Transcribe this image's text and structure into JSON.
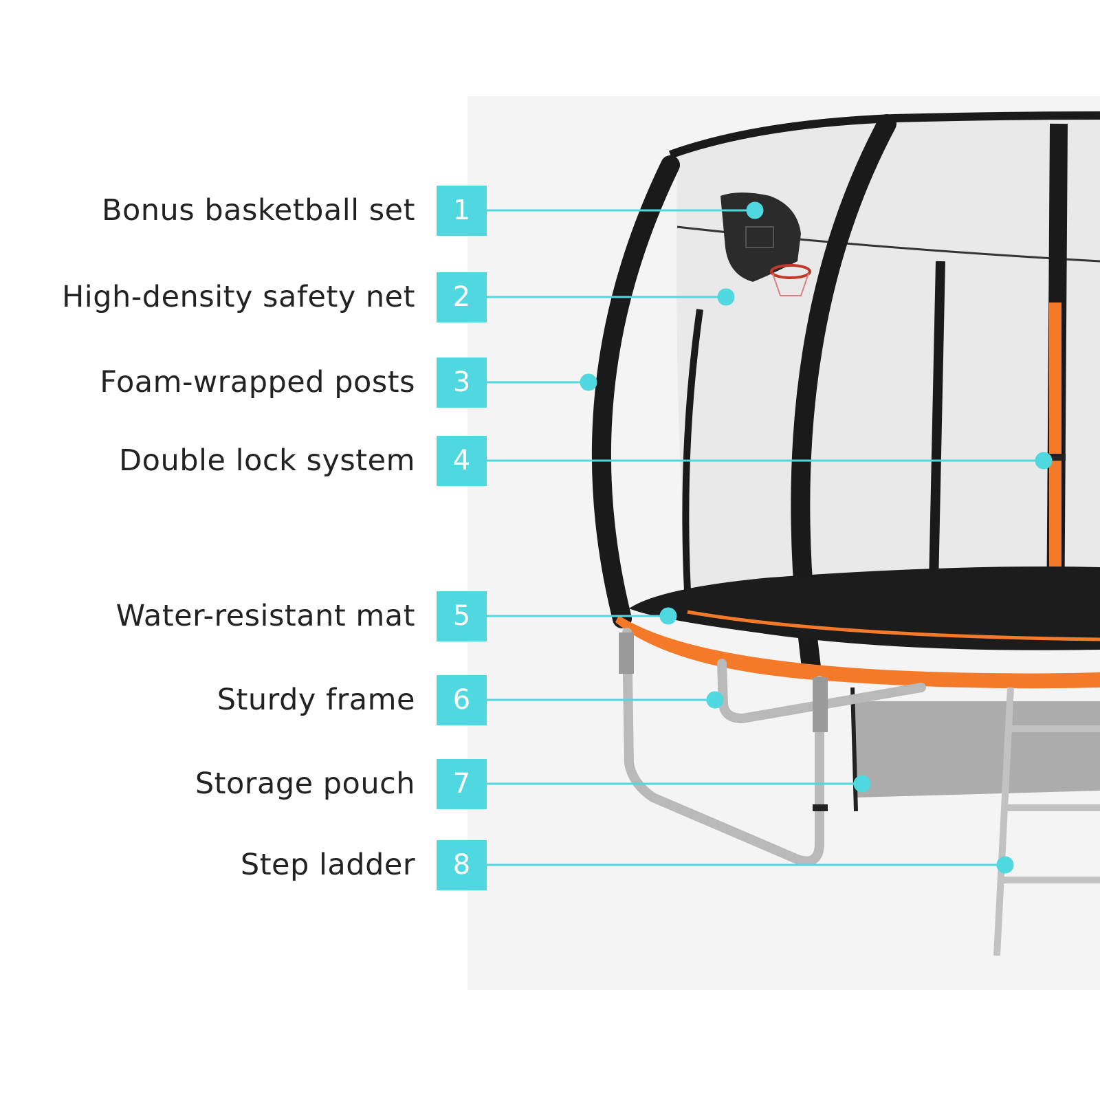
{
  "theme": {
    "accent": "#4fd8df",
    "text": "#222222",
    "net_frame": "#1a1a1a",
    "pad_orange": "#f47a2a",
    "mat": "#1c1c1c",
    "steel": "#c8c8c8"
  },
  "callouts": [
    {
      "number": "1",
      "label": "Bonus basketball set",
      "icon": "basketball-hoop"
    },
    {
      "number": "2",
      "label": "High-density safety net",
      "icon": "safety-net"
    },
    {
      "number": "3",
      "label": "Foam-wrapped posts",
      "icon": "foam-post"
    },
    {
      "number": "4",
      "label": "Double lock system",
      "icon": "zipper-lock"
    },
    {
      "number": "5",
      "label": "Water-resistant mat",
      "icon": "jump-mat"
    },
    {
      "number": "6",
      "label": "Sturdy frame",
      "icon": "steel-frame"
    },
    {
      "number": "7",
      "label": "Storage pouch",
      "icon": "storage-pouch"
    },
    {
      "number": "8",
      "label": "Step ladder",
      "icon": "ladder"
    }
  ]
}
